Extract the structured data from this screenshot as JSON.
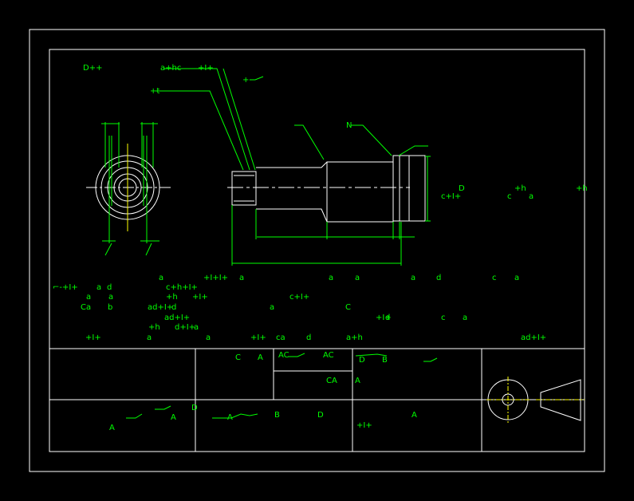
{
  "colors": {
    "background": "#000000",
    "frame": "#ffffff",
    "text": "#00ff00",
    "centerline": "#ffff00"
  },
  "annotations": [
    "D++",
    "a+hc",
    "+I+",
    "+-",
    "+t",
    "N",
    "D",
    "c+I+",
    "+h",
    "c",
    "a",
    "+h",
    "a",
    "+I+I+",
    "a",
    "a",
    "a",
    "a",
    "d",
    "c",
    "a",
    "a",
    "d",
    "c+h+I+",
    "a",
    "a",
    "+h",
    "+I+",
    "c+I+",
    "Ca",
    "b",
    "ad+I+",
    "d",
    "a",
    "C",
    "ad+I+",
    "+I+",
    "d",
    "c",
    "a",
    "+h",
    "d+I+",
    "a",
    "+I+",
    "a",
    "a",
    "+I+",
    "ca",
    "d",
    "a+h",
    "ad+I+"
  ],
  "title_block": {
    "labels": [
      "C",
      "A",
      "AC",
      "AC",
      "D",
      "B",
      "CA",
      "A",
      "A",
      "A",
      "D",
      "A",
      "B",
      "D",
      "A",
      "+I+"
    ]
  }
}
